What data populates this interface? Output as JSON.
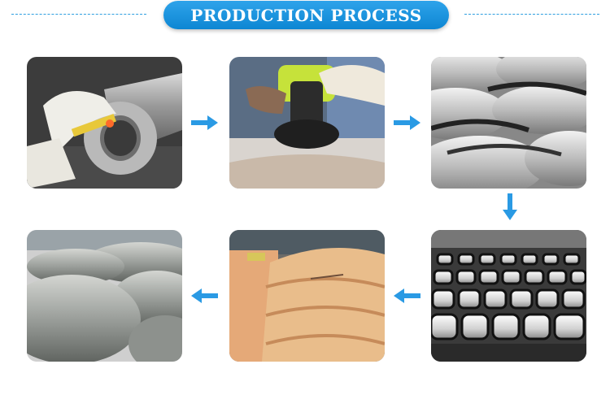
{
  "header": {
    "title": "PRODUCTION PROCESS"
  },
  "colors": {
    "accent": "#1a93de",
    "arrow": "#2a9ae4"
  },
  "steps": [
    {
      "image": "welding-flange-photo"
    },
    {
      "image": "angle-grinding-photo"
    },
    {
      "image": "polished-half-shells-photo"
    },
    {
      "image": "finished-shells-rows-photo"
    },
    {
      "image": "carton-packed-shells-photo"
    },
    {
      "image": "film-wrapped-shells-photo"
    }
  ],
  "arrows": [
    "arrow-right-icon",
    "arrow-right-icon",
    "arrow-down-icon",
    "arrow-left-icon",
    "arrow-left-icon"
  ]
}
